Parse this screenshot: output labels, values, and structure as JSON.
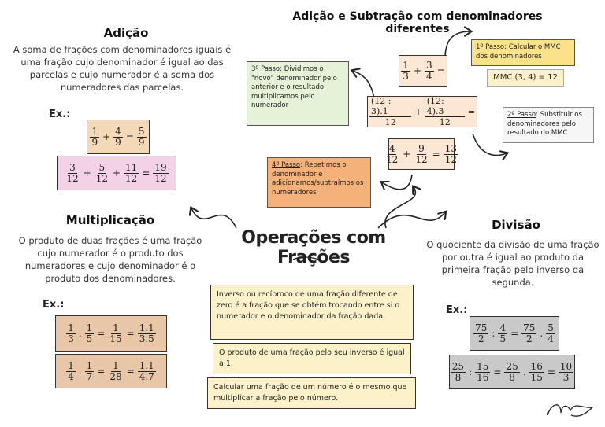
{
  "adicao": {
    "title": "Adição",
    "text": "A soma de frações com denominadores iguais é uma fração cujo denominador é igual ao das parcelas e cujo numerador é a soma dos numeradores das parcelas.",
    "ex": "Ex.:"
  },
  "multiplicacao": {
    "title": "Multiplicação",
    "text": "O produto de duas frações é uma fração cujo numerador é o produto dos numeradores e cujo denominador é o produto dos denominadores.",
    "ex": "Ex.:"
  },
  "divisao": {
    "title": "Divisão",
    "text": "O quociente da divisão de uma fração por outra é igual ao produto da primeira fração pelo inverso da segunda.",
    "ex": "Ex.:"
  },
  "central": {
    "title": "Operações com Frações"
  },
  "diferentes": {
    "title": "Adição e Subtração com denominadores diferentes",
    "passo1_label": "1º Passo",
    "passo1_text": ": Calcular o MMC dos denominadores",
    "mmc": "MMC (3, 4) = 12",
    "passo2_label": "2º Passo",
    "passo2_text": ": Substituir os denominadores pelo resultado do MMC",
    "passo3_label": "3º Passo",
    "passo3_text": ": Dividimos o \"novo\" denominador pelo anterior e o resultado multiplicamos pelo numerador",
    "passo4_label": "4º Passo",
    "passo4_text": ": Repetimos o denominador e adicionamos/subtraímos os numeradores"
  },
  "notes": [
    "Inverso ou recíproco de uma fração diferente de zero é a fração que se obtém trocando entre si o numerador e o denominador da fração dada.",
    "O produto de uma fração pelo seu inverso é igual a 1.",
    "Calcular uma fração de um número é o mesmo que multiplicar a fração pelo número."
  ],
  "colors": {
    "peach": "#f3d9b8",
    "pink": "#f3d2e7",
    "orange": "#f5b17a",
    "green": "#e6f2d8",
    "gray": "#c9c9c9",
    "yellow": "#fdf1c9",
    "note_yellow": "#fbe28a",
    "light_peach": "#fbe7d3",
    "white_note": "#f6f6f6"
  }
}
